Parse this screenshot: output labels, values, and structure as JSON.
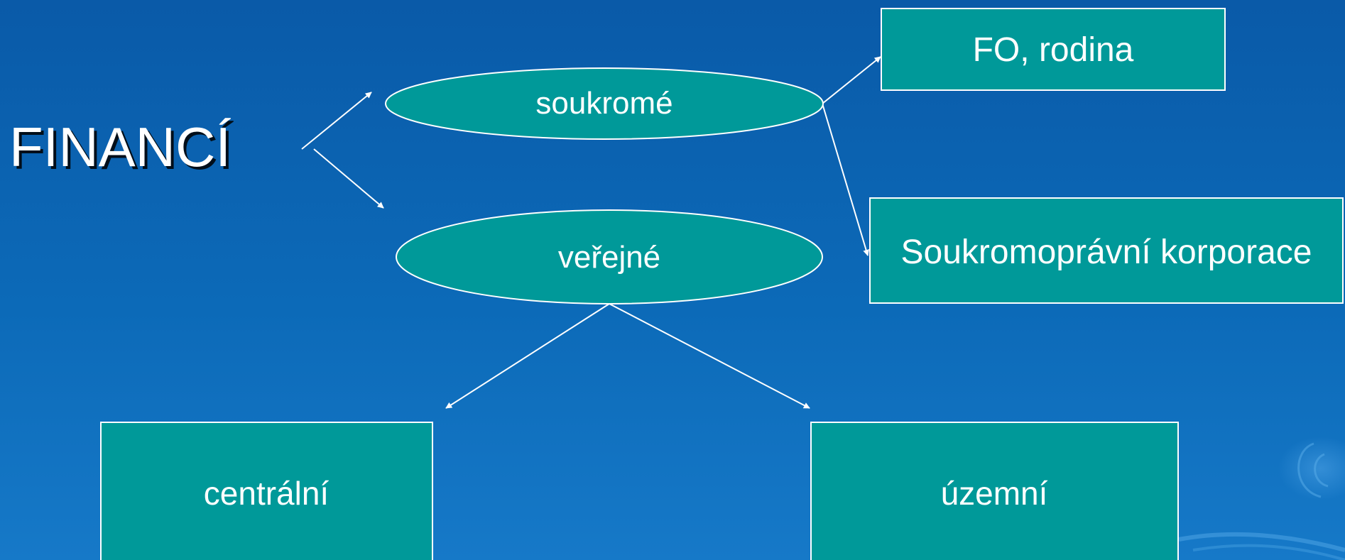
{
  "title": "FINANCÍ",
  "nodes": {
    "soukrome": "soukromé",
    "verejne": "veřejné",
    "fo_rodina": "FO, rodina",
    "soukromopravni": "Soukromoprávní korporace",
    "centralni": "centrální",
    "uzemni": "územní"
  },
  "colors": {
    "background": "#0c6ab8",
    "node_fill": "#009999",
    "stroke": "#ffffff",
    "text": "#ffffff"
  }
}
